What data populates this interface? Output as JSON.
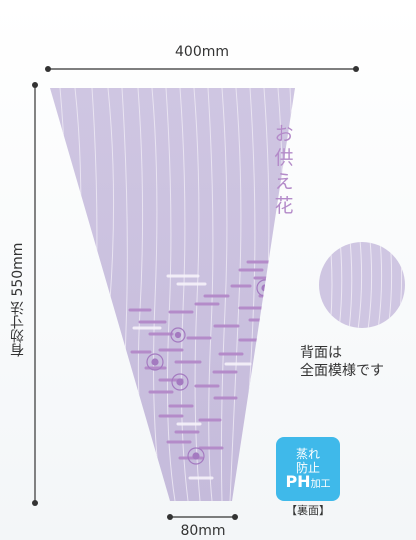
{
  "dimensions": {
    "top_width": "400mm",
    "bottom_width": "80mm",
    "effective_height": "有効寸法 550mm"
  },
  "product": {
    "vertical_text": "お供え花",
    "pattern_colors": {
      "sleeve": "#c9c0dd",
      "stripe": "#e6e0ef",
      "motif": "#b48bc9",
      "motif_light": "#f6f2fa"
    }
  },
  "sample": {
    "line1": "背面は",
    "line2": "全面模様です"
  },
  "badge": {
    "line1": "蒸れ",
    "line2": "防止",
    "ph": "PH",
    "kako": "加工",
    "color": "#3fb9ea"
  },
  "rear_label": "【裏面】"
}
